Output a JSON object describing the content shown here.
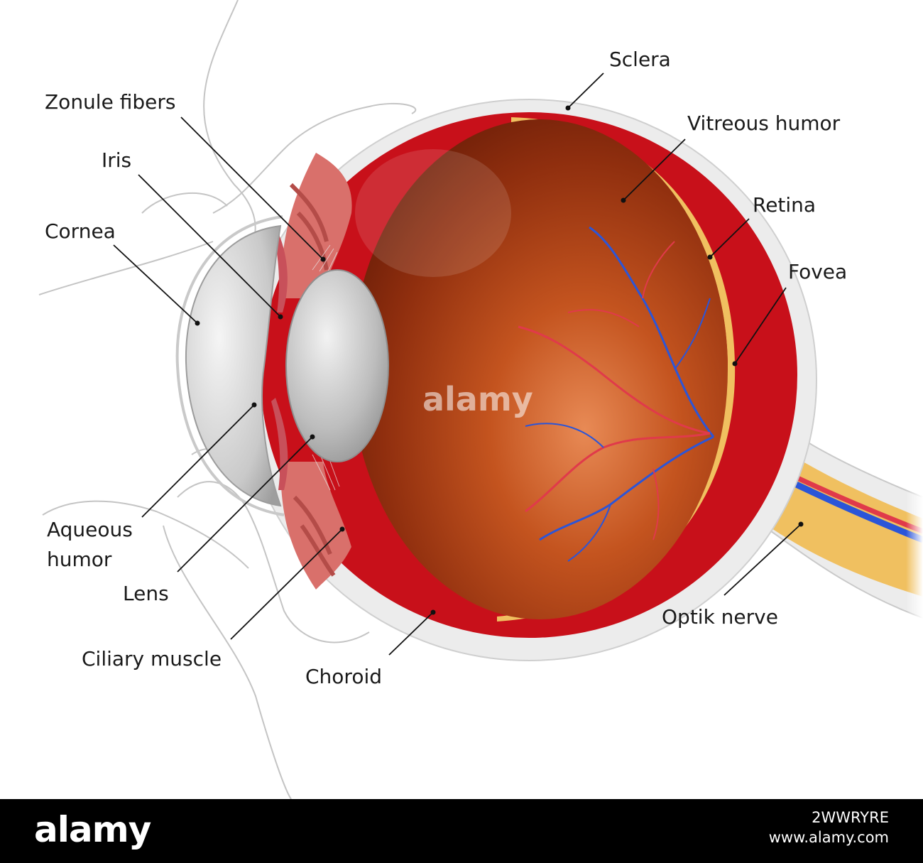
{
  "labels": {
    "sclera": "Sclera",
    "zonule_fibers": "Zonule fibers",
    "vitreous_humor": "Vitreous humor",
    "iris": "Iris",
    "retina": "Retina",
    "cornea": "Cornea",
    "fovea": "Fovea",
    "aqueous_humor_line1": "Aqueous",
    "aqueous_humor_line2": "humor",
    "lens": "Lens",
    "optik_nerve": "Optik nerve",
    "ciliary_muscle": "Ciliary muscle",
    "choroid": "Choroid"
  },
  "watermark": {
    "brand": "alamy",
    "image_id": "2WWRYRE",
    "site": "www.alamy.com"
  },
  "colors": {
    "sclera": "#ececec",
    "choroid": "#c8101a",
    "retina": "#f0c060",
    "vitreous": "#8b2d0c",
    "cornea": "#d9d9d9",
    "ciliary": "#d9706b",
    "vein": "#2b55d8",
    "artery": "#e03a4a"
  }
}
